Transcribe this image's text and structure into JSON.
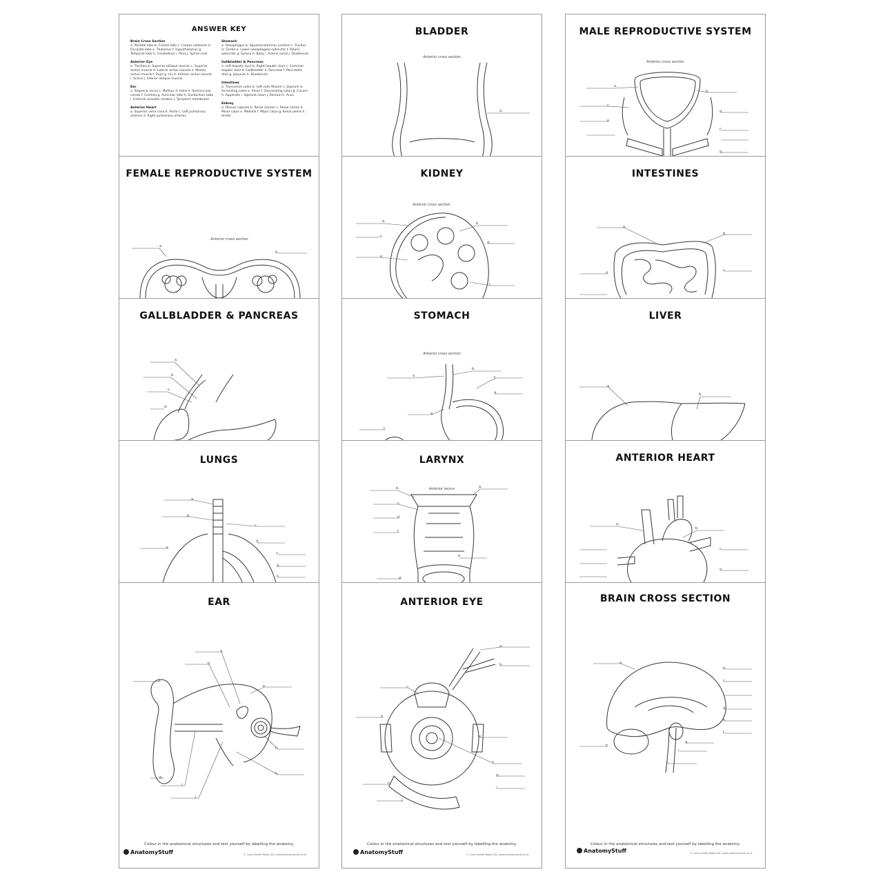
{
  "sheets": {
    "answer_key": "ANSWER KEY",
    "bladder": "BLADDER",
    "male": "MALE REPRODUCTIVE SYSTEM",
    "female": "FEMALE REPRODUCTIVE SYSTEM",
    "kidney": "KIDNEY",
    "intestines": "INTESTINES",
    "gallbladder": "GALLBLADDER & PANCREAS",
    "stomach": "STOMACH",
    "liver": "LIVER",
    "lungs": "LUNGS",
    "larynx": "LARYNX",
    "heart": "ANTERIOR HEART",
    "ear": "EAR",
    "eye": "ANTERIOR EYE",
    "brain": "BRAIN CROSS SECTION"
  },
  "captions": {
    "anterior_cross_section": "Anterior cross section",
    "anterior_larynx": "Anterior larynx"
  },
  "footer": {
    "instruction": "Colour in the anatomical structures and test yourself by labelling the anatomy.",
    "logo": "AnatomyStuff",
    "copyright": "© Lanis Health Books 3D | www.anatomystuff.co.uk"
  },
  "answer_key": {
    "col1": [
      {
        "h": "Brain Cross Section",
        "t": "a. Parietal lobe  b. Frontal lobe  c. Corpus callosum  d. Occipital lobe  e. Thalamus  f. Hypothalamus  g. Temporal lobe  h. Cerebellum  i. Pons  j. Spinal cord"
      },
      {
        "h": "Anterior Eye",
        "t": "a. Trochlea  b. Superior oblique muscle  c. Superior rectus muscle  d. Lateral rectus muscle  e. Medial rectus muscle  f. Pupil  g. Iris  h. Inferior rectus muscle  i. Sclera  j. Inferior oblique muscle"
      },
      {
        "h": "Ear",
        "t": "a. Stapes  b. Incus  c. Malleus  d. Helix  e. Semicircular canals  f. Cochlea  g. Auricular lobe  h. Eustachian tube  i. External acoustic meatus  j. Tympanic membrane"
      },
      {
        "h": "Anterior Heart",
        "t": "a. Superior vena cava  b. Aorta  c. Left pulmonary arteries  d. Right pulmonary arteries"
      }
    ],
    "col2": [
      {
        "h": "Stomach",
        "t": "a. Oesophagus  b. Squamocolumnar junction  c. Fundus  d. Cardia  e. Lower oesophageal sphincter  f. Pyloric sphincter  g. Serosa  h. Body  i. Pyloric canal  j. Duodenum"
      },
      {
        "h": "Gallbladder & Pancreas",
        "t": "a. Left hepatic duct  b. Right hepatic duct  c. Common hepatic duct  d. Gallbladder  e. Pancreas  f. Pancreatic duct  g. Jejunum  h. Duodenum"
      },
      {
        "h": "Intestines",
        "t": "a. Transverse colon  b. Left colic flexure  c. Jejunum  d. Ascending colon  e. Ileum  f. Descending colon  g. Cecum  h. Appendix  i. Sigmoid colon  j. Rectum  k. Anus"
      },
      {
        "h": "Kidney",
        "t": "a. Fibrous capsule  b. Renal column  c. Renal cortex  d. Minor calyx  e. Medulla  f. Major calyx  g. Renal pelvis  h. Ureter"
      }
    ]
  },
  "labels": {
    "a": "a.",
    "b": "b.",
    "c": "c.",
    "d": "d.",
    "e": "e.",
    "f": "f.",
    "g": "g.",
    "h": "h.",
    "i": "i.",
    "j": "j."
  }
}
